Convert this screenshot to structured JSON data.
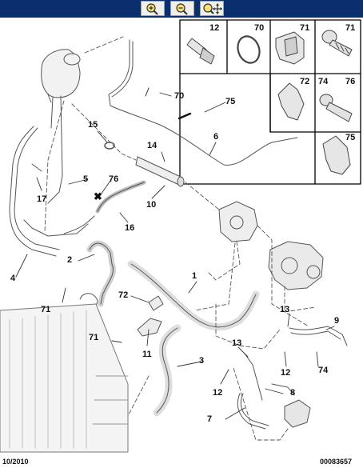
{
  "toolbar": {
    "zoom_in_label": "Zoom in",
    "zoom_out_label": "Zoom out",
    "zoom_pan_label": "Zoom / pan"
  },
  "diagram": {
    "highlighted_callout": "6",
    "callouts": {
      "c1": "1",
      "c2": "2",
      "c3": "3",
      "c4": "4",
      "c5": "5",
      "c6": "6",
      "c7": "7",
      "c8": "8",
      "c9": "9",
      "c10": "10",
      "c11": "11",
      "c12a": "12",
      "c12b": "12",
      "c13a": "13",
      "c13b": "13",
      "c14": "14",
      "c15": "15",
      "c16": "16",
      "c17": "17",
      "c70": "70",
      "c71a": "71",
      "c71b": "71",
      "c72": "72",
      "c74": "74",
      "c75": "75",
      "c76": "76"
    },
    "parts_grid": {
      "p12": "12",
      "p70": "70",
      "p71": "71",
      "p72": "72",
      "p74": "74",
      "p76": "76",
      "p75": "75"
    }
  },
  "footer": {
    "date": "10/2010",
    "reference": "00083657"
  },
  "colors": {
    "toolbar_bg": "#0b2f6e",
    "highlight": "#c6d8f0"
  }
}
